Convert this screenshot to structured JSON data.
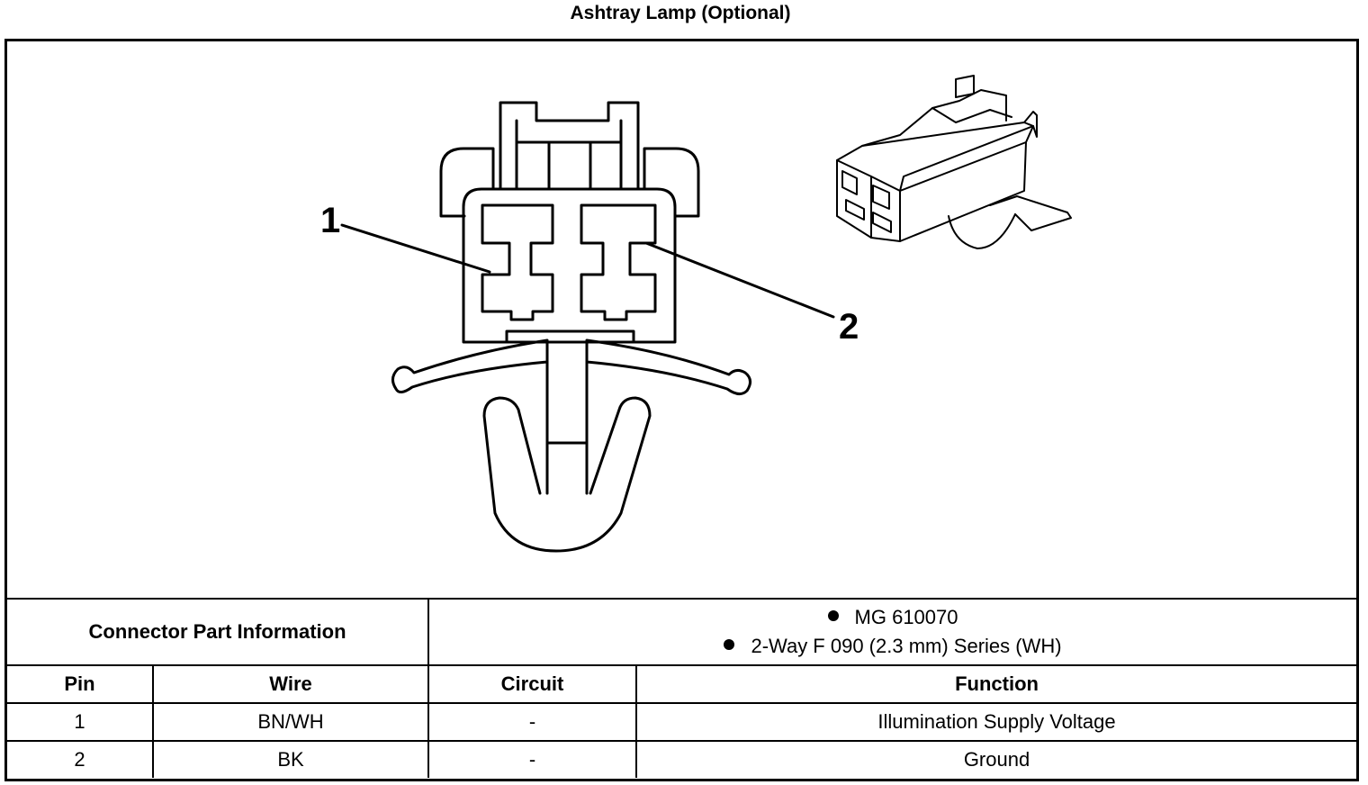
{
  "title": "Ashtray Lamp (Optional)",
  "diagram": {
    "callouts": [
      {
        "label": "1"
      },
      {
        "label": "2"
      }
    ],
    "icons": [
      "connector-face-view",
      "connector-isometric-view"
    ]
  },
  "table": {
    "info_label": "Connector Part Information",
    "info_items": [
      "MG 610070",
      "2-Way F 090 (2.3 mm) Series (WH)"
    ],
    "headers": {
      "pin": "Pin",
      "wire": "Wire",
      "circuit": "Circuit",
      "function": "Function"
    },
    "rows": [
      {
        "pin": "1",
        "wire": "BN/WH",
        "circuit": "-",
        "function": "Illumination Supply Voltage"
      },
      {
        "pin": "2",
        "wire": "BK",
        "circuit": "-",
        "function": "Ground"
      }
    ]
  }
}
